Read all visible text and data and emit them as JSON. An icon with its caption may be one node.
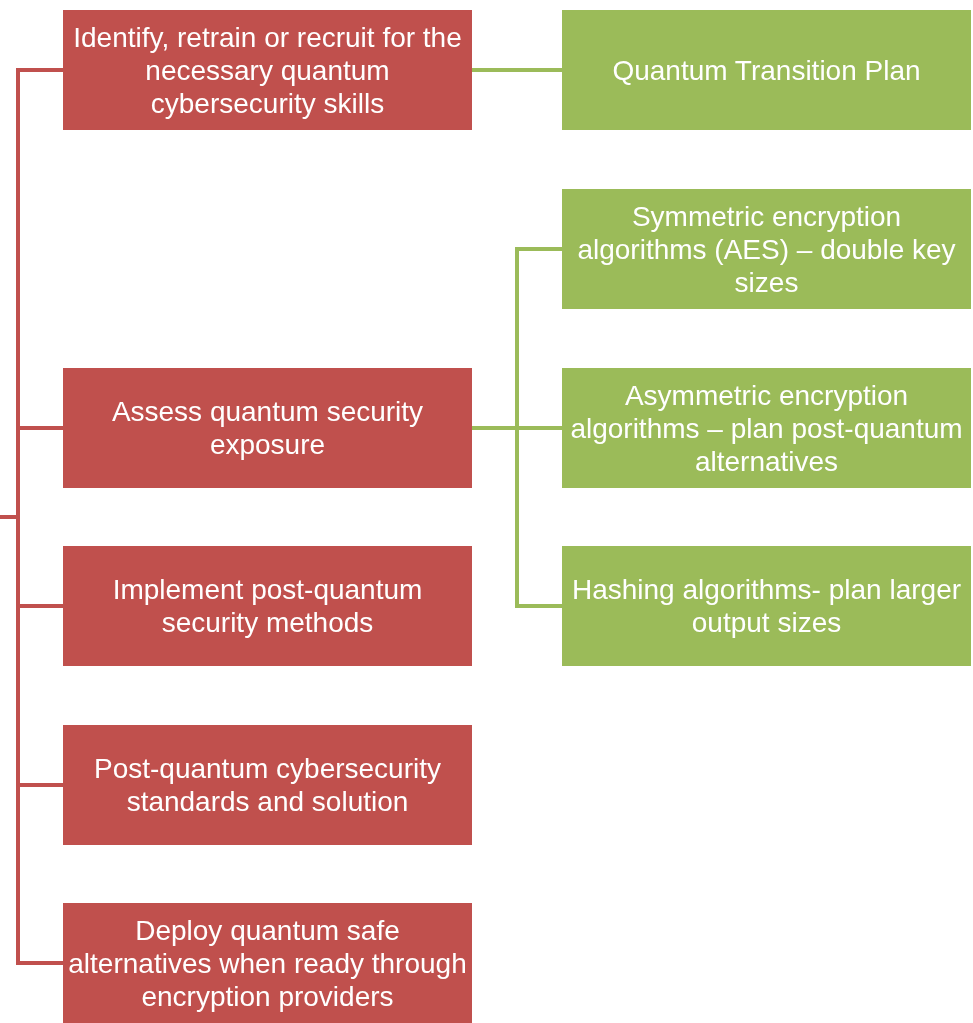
{
  "diagram": {
    "nodes": [
      {
        "text": [
          "Identify, retrain or recruit for the necessary quantum cybersecurity skills"
        ]
      },
      {
        "text": [
          "Quantum Transition Plan"
        ]
      },
      {
        "text": [
          "Symmetric encryption algorithms (AES) – double key sizes"
        ]
      },
      {
        "text": [
          "Assess quantum security exposure"
        ]
      },
      {
        "text": [
          "Asymmetric encryption algorithms – plan post-quantum alternatives"
        ]
      },
      {
        "text": [
          "Implement post-quantum security methods"
        ]
      },
      {
        "text": [
          "Hashing algorithms- plan larger output sizes"
        ]
      },
      {
        "text": [
          "Post-quantum cybersecurity standards and solution"
        ]
      },
      {
        "text": [
          "Deploy quantum safe alternatives when ready through encryption providers"
        ]
      }
    ],
    "edges": [
      {
        "from": null,
        "to": 0,
        "arrow": "none"
      },
      {
        "from": null,
        "to": 3,
        "arrow": "none"
      },
      {
        "from": null,
        "to": 5,
        "arrow": "none"
      },
      {
        "from": null,
        "to": 7,
        "arrow": "none"
      },
      {
        "from": null,
        "to": 8,
        "arrow": "none"
      },
      {
        "from": 0,
        "to": 1,
        "arrow": "none",
        "color": "#9bbb59"
      },
      {
        "from": 3,
        "to": 2,
        "arrow": "none",
        "color": "#9bbb59"
      },
      {
        "from": 3,
        "to": 4,
        "arrow": "none",
        "color": "#9bbb59"
      },
      {
        "from": 3,
        "to": 6,
        "arrow": "none",
        "color": "#9bbb59"
      }
    ]
  }
}
